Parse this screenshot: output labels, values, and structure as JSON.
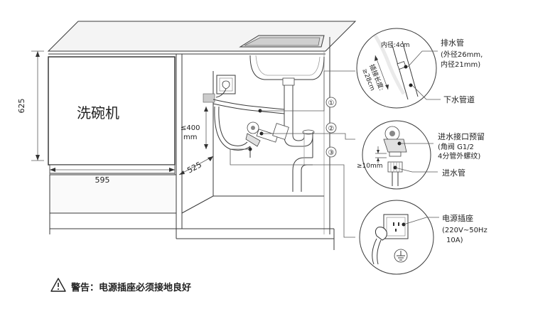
{
  "appliance_label": "洗碗机",
  "dimensions": {
    "height": "625",
    "width": "595",
    "depth": "525",
    "hose_height_limit_line1": "≤400",
    "hose_height_limit_line2": "mm"
  },
  "step_markers": [
    "①",
    "②",
    "③"
  ],
  "detail_drain": {
    "inner_diameter": "内径:4cm",
    "insert_length_line1": "插接长度:",
    "insert_length_line2": "≥28cm",
    "drain_hose_title": "排水管",
    "drain_hose_spec_line1": "(外径26mm,",
    "drain_hose_spec_line2": "内径21mm)",
    "sewer_pipe": "下水管道"
  },
  "detail_inlet": {
    "title": "进水接口预留",
    "spec_line1": "(角阀 G1/2",
    "spec_line2": "4分管外螺纹)",
    "gap": "≥10mm",
    "inlet_hose": "进水管"
  },
  "detail_power": {
    "title": "电源插座",
    "spec_line1": "(220V~50Hz",
    "spec_line2": "10A)"
  },
  "warning": "警告：电源插座必须接地良好"
}
